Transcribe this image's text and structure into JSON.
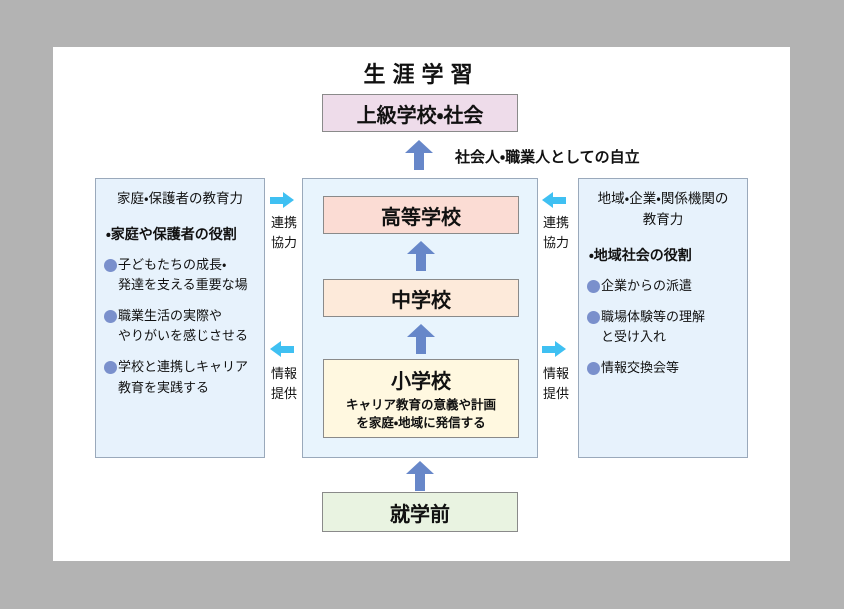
{
  "title": "生涯学習",
  "top_box": {
    "label": "上級学校・社会"
  },
  "caption": "社会人・職業人としての自立",
  "left_box": {
    "header": "家庭・保護者の教育力",
    "role": "・家庭や保護者の役割",
    "bullets": [
      {
        "text": "子どもたちの成長・\n発達を支える重要な場"
      },
      {
        "text": "職業生活の実際や\nやりがいを感じさせる"
      },
      {
        "text": "学校と連携しキャリア\n教育を実践する"
      }
    ]
  },
  "right_box": {
    "header": "地域・企業・関係機関の\n教育力",
    "role": "・地域社会の役割",
    "bullets": [
      {
        "text": "企業からの派遣"
      },
      {
        "text": "職場体験等の理解\nと受け入れ"
      },
      {
        "text": "情報交換会等"
      }
    ]
  },
  "center": {
    "high_school": "高等学校",
    "junior_high": "中学校",
    "elementary": "小学校",
    "elementary_sub": "キャリア教育の意義や計画\nを家庭・地域に発信する",
    "preschool": "就学前"
  },
  "connectors": {
    "left_top": "連携\n協力",
    "left_bottom": "情報\n提供",
    "right_top": "連携\n協力",
    "right_bottom": "情報\n提供"
  },
  "colors": {
    "bg_gray": "#b3b3b3",
    "panel_white": "#ffffff",
    "top_box_bg": "#eedcea",
    "high_bg": "#fbdcd4",
    "junior_bg": "#fdeada",
    "elem_bg": "#fff8e0",
    "pre_bg": "#e9f3e1",
    "side_bg": "#e7f2fc",
    "container_bg": "#e8f4fd",
    "vertical_arrow": "#6787c9",
    "horizontal_arrow": "#3fc0f2",
    "bullet": "#7a90cc"
  }
}
